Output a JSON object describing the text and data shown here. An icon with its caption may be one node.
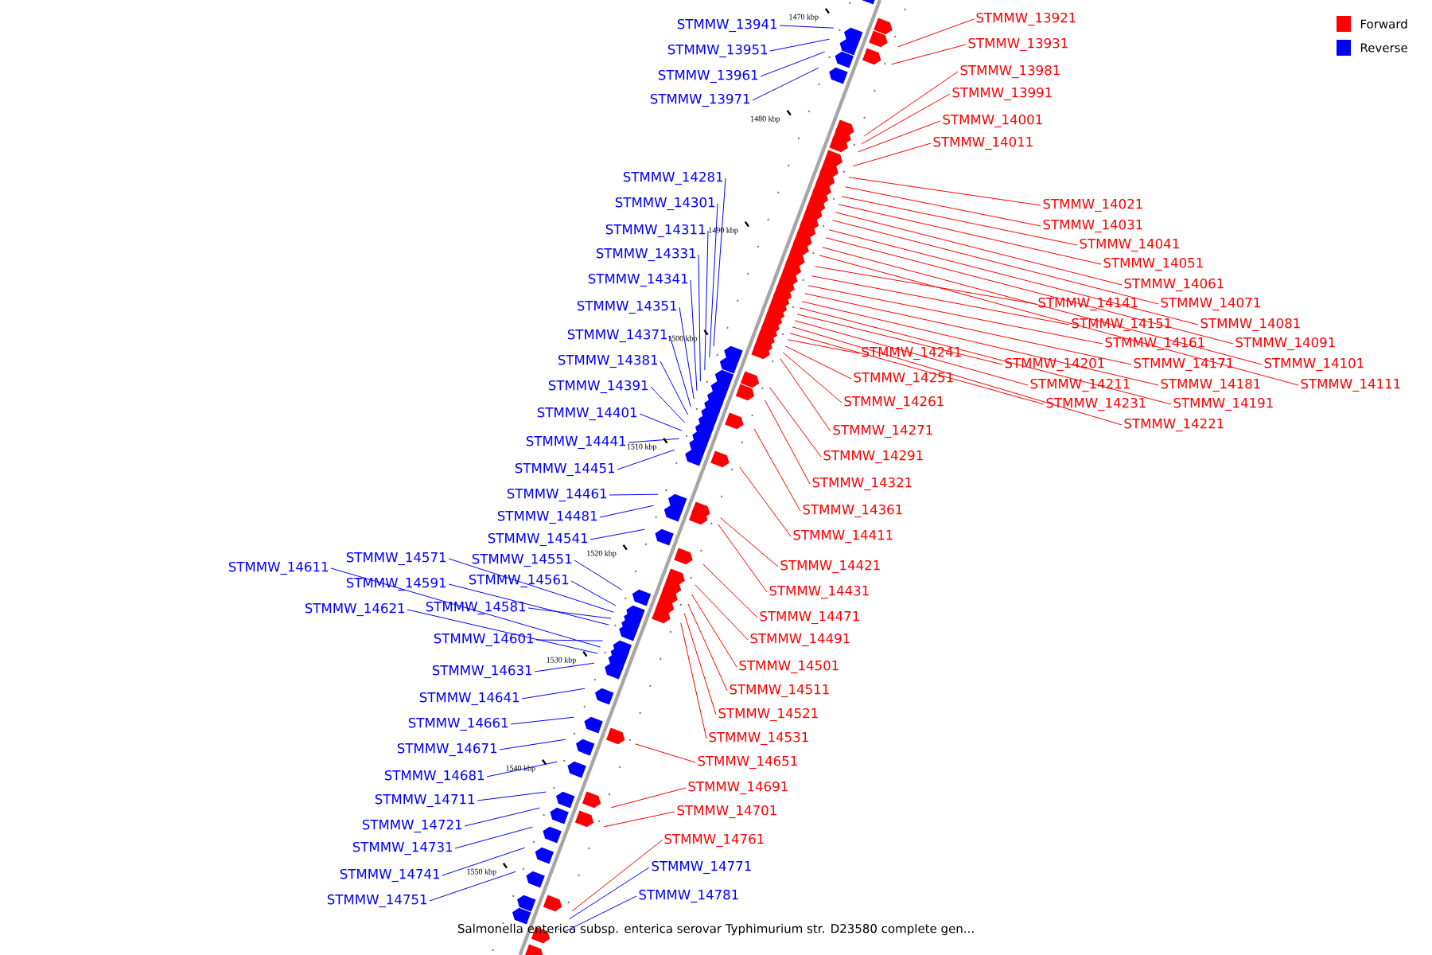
{
  "diagram": {
    "caption": "Salmonella enterica subsp. enterica serovar Typhimurium str. D23580 complete gen...",
    "nodes": [
      {
        "text": [
          "STMMW_13921"
        ]
      },
      {
        "text": [
          "STMMW_13941"
        ]
      },
      {
        "text": [
          "STMMW_13931"
        ]
      },
      {
        "text": [
          "STMMW_13951"
        ]
      },
      {
        "text": [
          "STMMW_13981"
        ]
      },
      {
        "text": [
          "STMMW_13961"
        ]
      },
      {
        "text": [
          "STMMW_13991"
        ]
      },
      {
        "text": [
          "STMMW_13971"
        ]
      },
      {
        "text": [
          "STMMW_14001"
        ]
      },
      {
        "text": [
          "STMMW_14011"
        ]
      },
      {
        "text": [
          "STMMW_14281"
        ]
      },
      {
        "text": [
          "STMMW_14301"
        ]
      },
      {
        "text": [
          "STMMW_14021"
        ]
      },
      {
        "text": [
          "STMMW_14031"
        ]
      },
      {
        "text": [
          "STMMW_14311"
        ]
      },
      {
        "text": [
          "STMMW_14041"
        ]
      },
      {
        "text": [
          "STMMW_14331"
        ]
      },
      {
        "text": [
          "STMMW_14051"
        ]
      },
      {
        "text": [
          "STMMW_14341"
        ]
      },
      {
        "text": [
          "STMMW_14061"
        ]
      },
      {
        "text": [
          "STMMW_14141"
        ]
      },
      {
        "text": [
          "STMMW_14071"
        ]
      },
      {
        "text": [
          "STMMW_14351"
        ]
      },
      {
        "text": [
          "STMMW_14151"
        ]
      },
      {
        "text": [
          "STMMW_14081"
        ]
      },
      {
        "text": [
          "STMMW_14371"
        ]
      },
      {
        "text": [
          "STMMW_14161"
        ]
      },
      {
        "text": [
          "STMMW_14091"
        ]
      },
      {
        "text": [
          "STMMW_14241"
        ]
      },
      {
        "text": [
          "STMMW_14381"
        ]
      },
      {
        "text": [
          "STMMW_14201"
        ]
      },
      {
        "text": [
          "STMMW_14171"
        ]
      },
      {
        "text": [
          "STMMW_14101"
        ]
      },
      {
        "text": [
          "STMMW_14251"
        ]
      },
      {
        "text": [
          "STMMW_14211"
        ]
      },
      {
        "text": [
          "STMMW_14181"
        ]
      },
      {
        "text": [
          "STMMW_14111"
        ]
      },
      {
        "text": [
          "STMMW_14391"
        ]
      },
      {
        "text": [
          "STMMW_14261"
        ]
      },
      {
        "text": [
          "STMMW_14231"
        ]
      },
      {
        "text": [
          "STMMW_14191"
        ]
      },
      {
        "text": [
          "STMMW_14401"
        ]
      },
      {
        "text": [
          "STMMW_14221"
        ]
      },
      {
        "text": [
          "STMMW_14271"
        ]
      },
      {
        "text": [
          "STMMW_14441"
        ]
      },
      {
        "text": [
          "STMMW_14291"
        ]
      },
      {
        "text": [
          "STMMW_14451"
        ]
      },
      {
        "text": [
          "STMMW_14321"
        ]
      },
      {
        "text": [
          "STMMW_14461"
        ]
      },
      {
        "text": [
          "STMMW_14361"
        ]
      },
      {
        "text": [
          "STMMW_14481"
        ]
      },
      {
        "text": [
          "STMMW_14411"
        ]
      },
      {
        "text": [
          "STMMW_14541"
        ]
      },
      {
        "text": [
          "STMMW_14571"
        ]
      },
      {
        "text": [
          "STMMW_14551"
        ]
      },
      {
        "text": [
          "STMMW_14421"
        ]
      },
      {
        "text": [
          "STMMW_14611"
        ]
      },
      {
        "text": [
          "STMMW_14561"
        ]
      },
      {
        "text": [
          "STMMW_14591"
        ]
      },
      {
        "text": [
          "STMMW_14431"
        ]
      },
      {
        "text": [
          "STMMW_14581"
        ]
      },
      {
        "text": [
          "STMMW_14621"
        ]
      },
      {
        "text": [
          "STMMW_14471"
        ]
      },
      {
        "text": [
          "STMMW_14601"
        ]
      },
      {
        "text": [
          "STMMW_14491"
        ]
      },
      {
        "text": [
          "STMMW_14501"
        ]
      },
      {
        "text": [
          "STMMW_14631"
        ]
      },
      {
        "text": [
          "STMMW_14511"
        ]
      },
      {
        "text": [
          "STMMW_14641"
        ]
      },
      {
        "text": [
          "STMMW_14521"
        ]
      },
      {
        "text": [
          "STMMW_14661"
        ]
      },
      {
        "text": [
          "STMMW_14531"
        ]
      },
      {
        "text": [
          "STMMW_14671"
        ]
      },
      {
        "text": [
          "STMMW_14651"
        ]
      },
      {
        "text": [
          "STMMW_14681"
        ]
      },
      {
        "text": [
          "STMMW_14691"
        ]
      },
      {
        "text": [
          "STMMW_14711"
        ]
      },
      {
        "text": [
          "STMMW_14701"
        ]
      },
      {
        "text": [
          "STMMW_14721"
        ]
      },
      {
        "text": [
          "STMMW_14761"
        ]
      },
      {
        "text": [
          "STMMW_14731"
        ]
      },
      {
        "text": [
          "STMMW_14771"
        ]
      },
      {
        "text": [
          "STMMW_14741"
        ]
      },
      {
        "text": [
          "STMMW_14781"
        ]
      },
      {
        "text": [
          "STMMW_14751"
        ]
      }
    ],
    "edges": [
      {
        "from": 0,
        "to": null,
        "arrow": "none"
      },
      {
        "from": 1,
        "to": null,
        "arrow": "none",
        "color": "#0000ff"
      },
      {
        "from": 2,
        "to": null,
        "arrow": "none"
      },
      {
        "from": 3,
        "to": null,
        "arrow": "none",
        "color": "#0000ff"
      },
      {
        "from": 4,
        "to": null,
        "arrow": "none"
      },
      {
        "from": 5,
        "to": null,
        "arrow": "none",
        "color": "#0000ff"
      },
      {
        "from": 6,
        "to": null,
        "arrow": "none"
      },
      {
        "from": 7,
        "to": null,
        "arrow": "none",
        "color": "#0000ff"
      },
      {
        "from": 8,
        "to": null,
        "arrow": "none"
      },
      {
        "from": 9,
        "to": null,
        "arrow": "none"
      },
      {
        "from": 10,
        "to": null,
        "arrow": "none",
        "color": "#0000ff"
      },
      {
        "from": 11,
        "to": null,
        "arrow": "none",
        "color": "#0000ff"
      },
      {
        "from": 12,
        "to": null,
        "arrow": "none"
      },
      {
        "from": 13,
        "to": null,
        "arrow": "none"
      },
      {
        "from": 14,
        "to": null,
        "arrow": "none",
        "color": "#0000ff"
      },
      {
        "from": 15,
        "to": null,
        "arrow": "none"
      },
      {
        "from": 16,
        "to": null,
        "arrow": "none",
        "color": "#0000ff"
      },
      {
        "from": 17,
        "to": null,
        "arrow": "none"
      },
      {
        "from": 18,
        "to": null,
        "arrow": "none",
        "color": "#0000ff"
      },
      {
        "from": 19,
        "to": null,
        "arrow": "none"
      },
      {
        "from": 20,
        "to": null,
        "arrow": "none"
      },
      {
        "from": 21,
        "to": null,
        "arrow": "none"
      },
      {
        "from": 22,
        "to": null,
        "arrow": "none",
        "color": "#0000ff"
      },
      {
        "from": 23,
        "to": null,
        "arrow": "none"
      },
      {
        "from": 24,
        "to": null,
        "arrow": "none"
      },
      {
        "from": 25,
        "to": null,
        "arrow": "none",
        "color": "#0000ff"
      },
      {
        "from": 26,
        "to": null,
        "arrow": "none"
      },
      {
        "from": 27,
        "to": null,
        "arrow": "none"
      },
      {
        "from": 28,
        "to": null,
        "arrow": "none"
      },
      {
        "from": 29,
        "to": null,
        "arrow": "none",
        "color": "#0000ff"
      },
      {
        "from": 30,
        "to": null,
        "arrow": "none"
      },
      {
        "from": 31,
        "to": null,
        "arrow": "none"
      },
      {
        "from": 32,
        "to": null,
        "arrow": "none"
      },
      {
        "from": 33,
        "to": null,
        "arrow": "none"
      },
      {
        "from": 34,
        "to": null,
        "arrow": "none"
      },
      {
        "from": 35,
        "to": null,
        "arrow": "none"
      },
      {
        "from": 36,
        "to": null,
        "arrow": "none"
      },
      {
        "from": 37,
        "to": null,
        "arrow": "none",
        "color": "#0000ff"
      },
      {
        "from": 38,
        "to": null,
        "arrow": "none"
      },
      {
        "from": 39,
        "to": null,
        "arrow": "none"
      },
      {
        "from": 40,
        "to": null,
        "arrow": "none"
      },
      {
        "from": 41,
        "to": null,
        "arrow": "none",
        "color": "#0000ff"
      },
      {
        "from": 42,
        "to": null,
        "arrow": "none"
      },
      {
        "from": 43,
        "to": null,
        "arrow": "none"
      },
      {
        "from": 44,
        "to": null,
        "arrow": "none",
        "color": "#0000ff"
      },
      {
        "from": 45,
        "to": null,
        "arrow": "none"
      },
      {
        "from": 46,
        "to": null,
        "arrow": "none",
        "color": "#0000ff"
      },
      {
        "from": 47,
        "to": null,
        "arrow": "none"
      },
      {
        "from": 48,
        "to": null,
        "arrow": "none",
        "color": "#0000ff"
      },
      {
        "from": 49,
        "to": null,
        "arrow": "none"
      },
      {
        "from": 50,
        "to": null,
        "arrow": "none",
        "color": "#0000ff"
      },
      {
        "from": 51,
        "to": null,
        "arrow": "none"
      },
      {
        "from": 52,
        "to": null,
        "arrow": "none",
        "color": "#0000ff"
      },
      {
        "from": 53,
        "to": null,
        "arrow": "none",
        "color": "#0000ff"
      },
      {
        "from": 54,
        "to": null,
        "arrow": "none",
        "color": "#0000ff"
      },
      {
        "from": 55,
        "to": null,
        "arrow": "none"
      },
      {
        "from": 56,
        "to": null,
        "arrow": "none",
        "color": "#0000ff"
      },
      {
        "from": 57,
        "to": null,
        "arrow": "none",
        "color": "#0000ff"
      },
      {
        "from": 58,
        "to": null,
        "arrow": "none",
        "color": "#0000ff"
      },
      {
        "from": 59,
        "to": null,
        "arrow": "none"
      },
      {
        "from": 60,
        "to": null,
        "arrow": "none",
        "color": "#0000ff"
      },
      {
        "from": 61,
        "to": null,
        "arrow": "none",
        "color": "#0000ff"
      },
      {
        "from": 62,
        "to": null,
        "arrow": "none"
      },
      {
        "from": 63,
        "to": null,
        "arrow": "none",
        "color": "#0000ff"
      },
      {
        "from": 64,
        "to": null,
        "arrow": "none"
      },
      {
        "from": 65,
        "to": null,
        "arrow": "none"
      },
      {
        "from": 66,
        "to": null,
        "arrow": "none",
        "color": "#0000ff"
      },
      {
        "from": 67,
        "to": null,
        "arrow": "none"
      },
      {
        "from": 68,
        "to": null,
        "arrow": "none",
        "color": "#0000ff"
      },
      {
        "from": 69,
        "to": null,
        "arrow": "none"
      },
      {
        "from": 70,
        "to": null,
        "arrow": "none",
        "color": "#0000ff"
      },
      {
        "from": 71,
        "to": null,
        "arrow": "none"
      },
      {
        "from": 72,
        "to": null,
        "arrow": "none",
        "color": "#0000ff"
      },
      {
        "from": 73,
        "to": null,
        "arrow": "none"
      },
      {
        "from": 74,
        "to": null,
        "arrow": "none",
        "color": "#0000ff"
      },
      {
        "from": 75,
        "to": null,
        "arrow": "none"
      },
      {
        "from": 76,
        "to": null,
        "arrow": "none",
        "color": "#0000ff"
      },
      {
        "from": 77,
        "to": null,
        "arrow": "none"
      },
      {
        "from": 78,
        "to": null,
        "arrow": "none",
        "color": "#0000ff"
      },
      {
        "from": 79,
        "to": null,
        "arrow": "none"
      },
      {
        "from": 80,
        "to": null,
        "arrow": "none",
        "color": "#0000ff"
      },
      {
        "from": 81,
        "to": null,
        "arrow": "none",
        "color": "#0000ff"
      },
      {
        "from": 82,
        "to": null,
        "arrow": "none",
        "color": "#0000ff"
      },
      {
        "from": 83,
        "to": null,
        "arrow": "none",
        "color": "#0000ff"
      },
      {
        "from": 84,
        "to": null,
        "arrow": "none",
        "color": "#0000ff"
      }
    ],
    "labels": [
      "1470 kbp",
      "1480 kbp",
      "1490 kbp",
      "1500 kbp",
      "1510 kbp",
      "1520 kbp",
      "1530 kbp",
      "1540 kbp",
      "1550 kbp"
    ],
    "legend": [
      {
        "text": "Forward",
        "color": "#ff0000"
      },
      {
        "text": "Reverse",
        "color": "#0000ff"
      }
    ]
  }
}
